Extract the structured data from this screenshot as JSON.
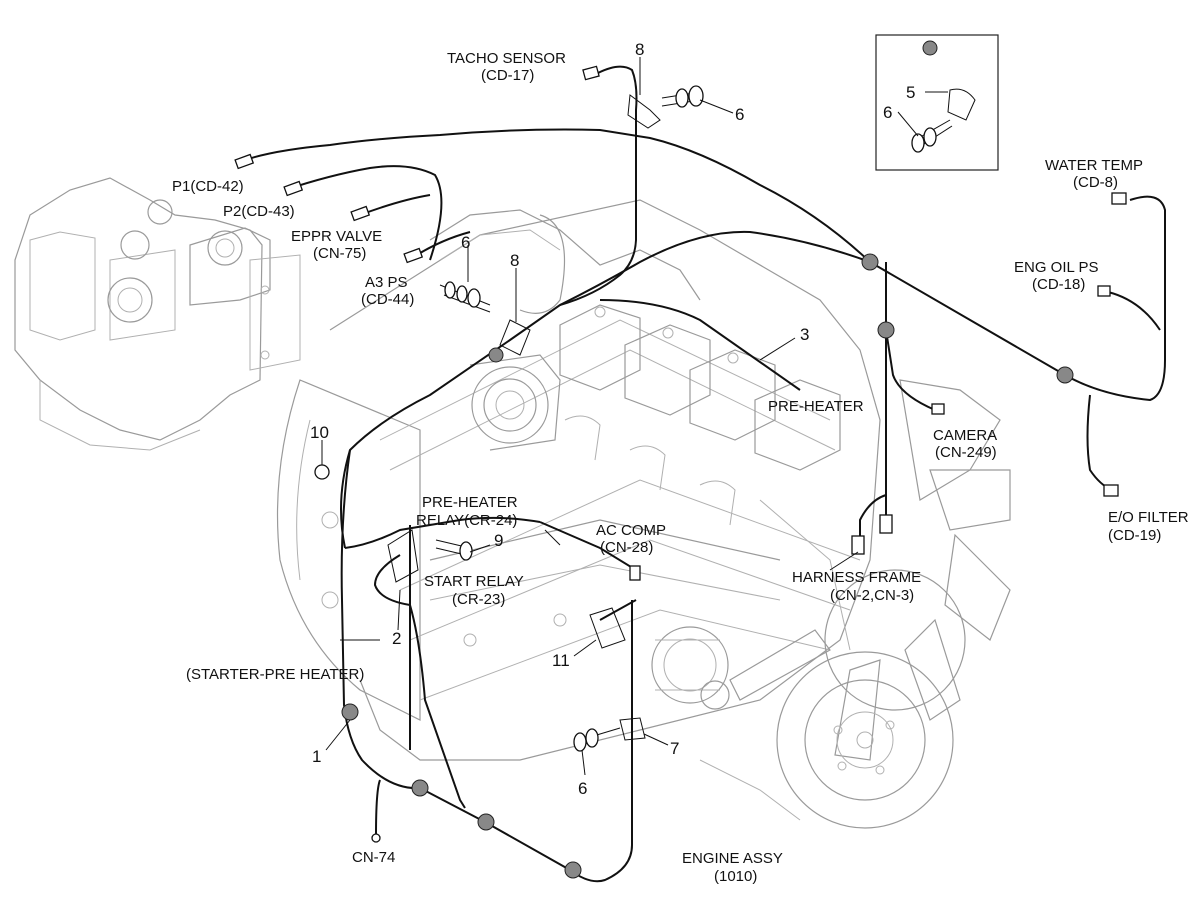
{
  "labels": {
    "tacho_sensor": "TACHO SENSOR",
    "tacho_code": "(CD-17)",
    "p1": "P1(CD-42)",
    "p2": "P2(CD-43)",
    "eppr_valve": "EPPR VALVE",
    "eppr_code": "(CN-75)",
    "a3ps": "A3 PS",
    "a3ps_code": "(CD-44)",
    "water_temp": "WATER TEMP",
    "water_temp_code": "(CD-8)",
    "eng_oil_ps": "ENG OIL PS",
    "eng_oil_ps_code": "(CD-18)",
    "pre_heater": "PRE-HEATER",
    "camera": "CAMERA",
    "camera_code": "(CN-249)",
    "pre_heater_relay": "PRE-HEATER",
    "pre_heater_relay_code": "RELAY(CR-24)",
    "ac_comp": "AC COMP",
    "ac_comp_code": "(CN-28)",
    "start_relay": "START RELAY",
    "start_relay_code": "(CR-23)",
    "eo_filter": "E/O FILTER",
    "eo_filter_code": "(CD-19)",
    "harness_frame": "HARNESS FRAME",
    "harness_frame_code": "(CN-2,CN-3)",
    "starter_pre_heater": "(STARTER-PRE HEATER)",
    "cn74": "CN-74",
    "engine_assy": "ENGINE ASSY",
    "engine_assy_code": "(1010)"
  },
  "callouts": {
    "n8_top": "8",
    "n6_top": "6",
    "n5_inset": "5",
    "n6_inset": "6",
    "n6_mid": "6",
    "n8_mid": "8",
    "n3": "3",
    "n10": "10",
    "n9": "9",
    "n2": "2",
    "n11": "11",
    "n1": "1",
    "n7": "7",
    "n6_bottom": "6"
  }
}
